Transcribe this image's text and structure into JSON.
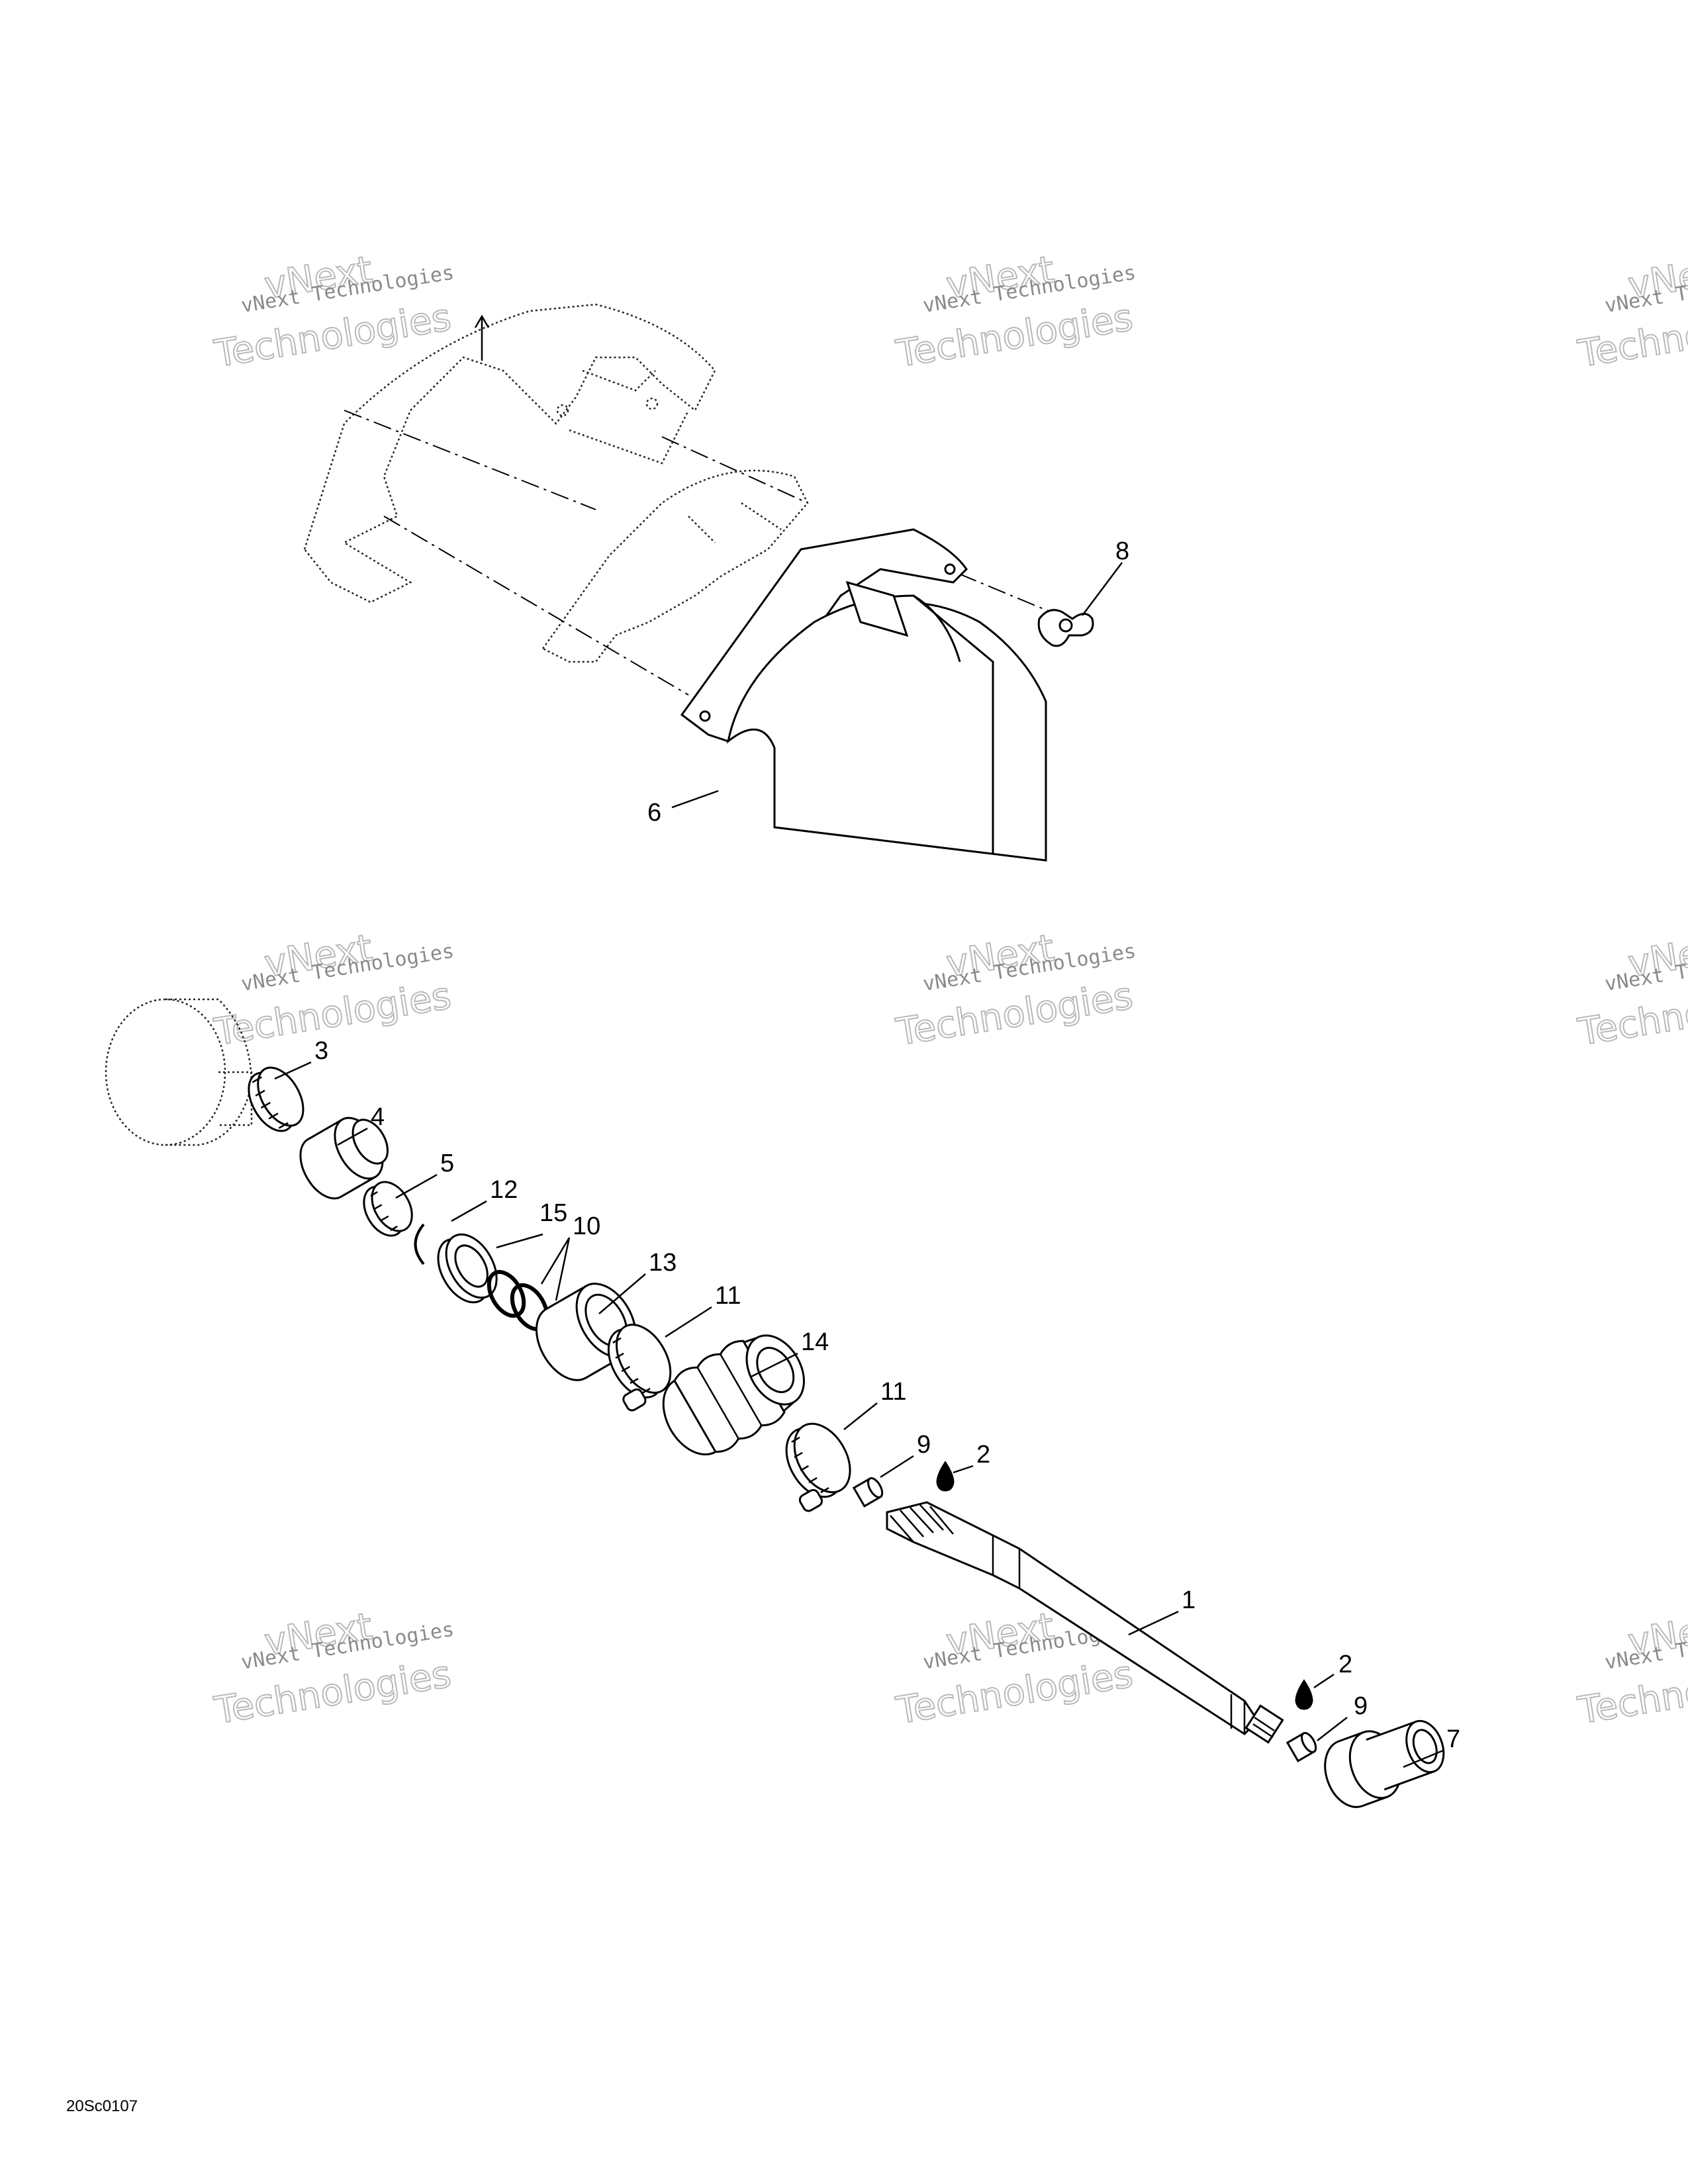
{
  "diagram": {
    "code": "20Sc0107",
    "watermark": {
      "line1": "vNext",
      "line2": "vNext Technologies",
      "line3": "Technologies"
    },
    "callouts": [
      {
        "id": "c8",
        "label": "8"
      },
      {
        "id": "c6",
        "label": "6"
      },
      {
        "id": "c3",
        "label": "3"
      },
      {
        "id": "c4",
        "label": "4"
      },
      {
        "id": "c5",
        "label": "5"
      },
      {
        "id": "c12",
        "label": "12"
      },
      {
        "id": "c15",
        "label": "15"
      },
      {
        "id": "c10",
        "label": "10"
      },
      {
        "id": "c13",
        "label": "13"
      },
      {
        "id": "c11a",
        "label": "11"
      },
      {
        "id": "c14",
        "label": "14"
      },
      {
        "id": "c11b",
        "label": "11"
      },
      {
        "id": "c9a",
        "label": "9"
      },
      {
        "id": "c2a",
        "label": "2"
      },
      {
        "id": "c1",
        "label": "1"
      },
      {
        "id": "c2b",
        "label": "2"
      },
      {
        "id": "c9b",
        "label": "9"
      },
      {
        "id": "c7",
        "label": "7"
      }
    ]
  }
}
